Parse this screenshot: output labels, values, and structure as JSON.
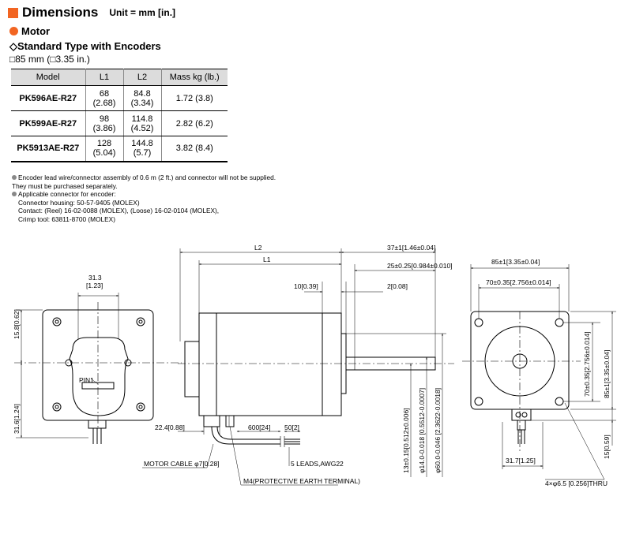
{
  "header": {
    "title": "Dimensions",
    "unit": "Unit = mm [in.]",
    "accent_color": "#f26522"
  },
  "motor": {
    "heading": "Motor",
    "dot_color": "#f26522"
  },
  "standard_type": {
    "heading": "◇Standard Type with Encoders",
    "size": "□85 mm (□3.35 in.)"
  },
  "table": {
    "headers": [
      "Model",
      "L1",
      "L2",
      "Mass kg (lb.)"
    ],
    "rows": [
      {
        "model": "PK596AE-R27",
        "l1_mm": "68",
        "l1_in": "(2.68)",
        "l2_mm": "84.8",
        "l2_in": "(3.34)",
        "mass": "1.72 (3.8)"
      },
      {
        "model": "PK599AE-R27",
        "l1_mm": "98",
        "l1_in": "(3.86)",
        "l2_mm": "114.8",
        "l2_in": "(4.52)",
        "mass": "2.82 (6.2)"
      },
      {
        "model": "PK5913AE-R27",
        "l1_mm": "128",
        "l1_in": "(5.04)",
        "l2_mm": "144.8",
        "l2_in": "(5.7)",
        "mass": "3.82 (8.4)"
      }
    ]
  },
  "notes": {
    "line1": "Encoder lead wire/connector assembly of 0.6 m (2 ft.) and connector will not be supplied.",
    "line2": "They must be purchased separately.",
    "line3": "Applicable connector for encoder:",
    "line4": "Connector housing: 50-57-9405 (MOLEX)",
    "line5": "Contact: (Reel) 16-02-0088 (MOLEX), (Loose) 16-02-0104 (MOLEX),",
    "line6": "Crimp tool: 63811-8700 (MOLEX)"
  },
  "drawing": {
    "rear": {
      "width_mm": "31.3",
      "width_in": "[1.23]",
      "top_offset": "15.8[0.62]",
      "bottom_offset": "31.6[1.24]",
      "pin_label": "PIN1"
    },
    "side": {
      "l2": "L2",
      "l1": "L1",
      "shaft_37": "37±1[1.46±0.04]",
      "shaft_25": "25±0.25[0.984±0.010]",
      "dim_10": "10[0.39]",
      "dim_2": "2[0.08]",
      "dim_22": "22.4[0.88]",
      "cable_600": "600[24]",
      "cable_50": "50[2]",
      "flat": "13±0.15[0.512±0.006]",
      "shaft_dia": "φ14.0-0.018 [0.5512-0.0007]",
      "pilot_dia": "φ60.0-0.046 [2.3622-0.0018]",
      "motor_cable": "MOTOR CABLE φ7[0.28]",
      "leads": "5 LEADS,AWG22",
      "earth": "M4(PROTECTIVE EARTH TERMINAL)"
    },
    "front": {
      "width_85": "85±1[3.35±0.04]",
      "pitch_70": "70±0.35[2.756±0.014]",
      "pitch_70_v": "70±0.35[2.756±0.014]",
      "height_85": "85±1[3.35±0.04]",
      "dim_15": "15[0.59]",
      "dim_31_7": "31.7[1.25]",
      "holes": "4×φ6.5 [0.256]THRU"
    }
  }
}
